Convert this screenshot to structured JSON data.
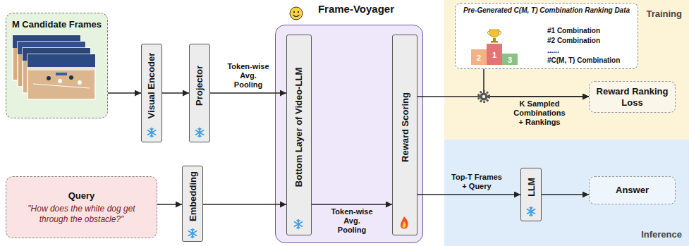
{
  "diagram": {
    "nodes": [
      {
        "text": [
          "M Candidate Frames"
        ]
      },
      {
        "text": [
          "Visual Encoder"
        ]
      },
      {
        "text": [
          "Projector"
        ]
      },
      {
        "text": [
          "Frame-Voyager"
        ]
      },
      {
        "text": [
          "Bottom Layer of Video-LLM"
        ],
        "in": 3
      },
      {
        "text": [
          "Reward Scoring"
        ],
        "in": 3
      },
      {
        "text": [
          "Query",
          "\"How does the white dog get through the obstacle?\""
        ]
      },
      {
        "text": [
          "Embedding"
        ]
      },
      {
        "text": [
          "Training"
        ]
      },
      {
        "text": [
          "Pre-Generated C(M, T) Combination Ranking Data",
          "#1 Combination",
          "#2 Combination",
          "......",
          "#C(M, T) Combination"
        ],
        "in": 8
      },
      {
        "text": [
          "Reward Ranking Loss"
        ],
        "in": 8
      },
      {
        "text": [
          "Inference"
        ]
      },
      {
        "text": [
          "LLM"
        ],
        "in": 11
      },
      {
        "text": [
          "Answer"
        ],
        "in": 11
      }
    ],
    "edges": [
      {
        "from": 0,
        "to": 1,
        "arrow": "to"
      },
      {
        "from": 1,
        "to": 2,
        "arrow": "to"
      },
      {
        "from": 2,
        "to": 4,
        "label": "Token-wise Avg. Pooling",
        "arrow": "to"
      },
      {
        "from": 6,
        "to": 7,
        "arrow": "to"
      },
      {
        "from": 7,
        "to": 4,
        "arrow": "to"
      },
      {
        "from": 4,
        "to": 5,
        "label": "Token-wise Avg. Pooling",
        "arrow": "to"
      },
      {
        "from": 5,
        "to": 10,
        "label": "K Sampled Combinations + Rankings",
        "arrow": "to"
      },
      {
        "from": 9,
        "to": 10,
        "arrow": "to"
      },
      {
        "from": 5,
        "to": 12,
        "label": "Top-T Frames + Query",
        "arrow": "to"
      },
      {
        "from": 12,
        "to": 13,
        "arrow": "to"
      }
    ],
    "labels": [
      "2",
      "1",
      "3"
    ]
  }
}
